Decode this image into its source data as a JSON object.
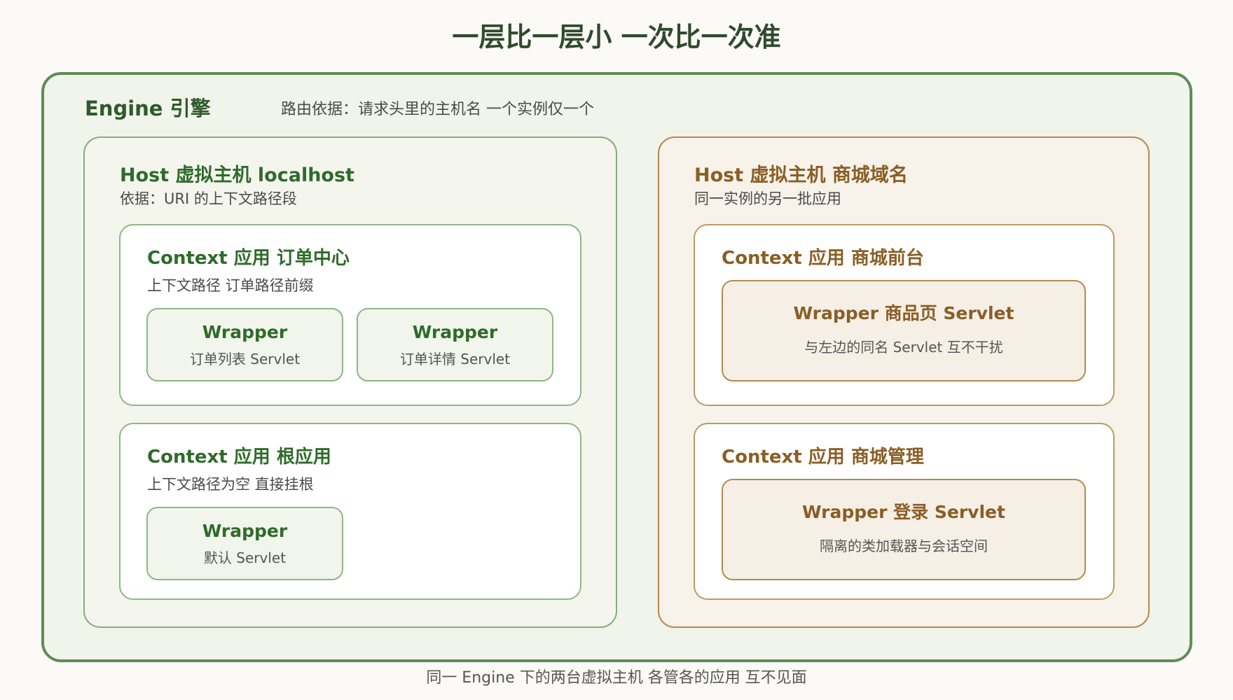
{
  "title": "一层比一层小 一次比一次准",
  "engine": {
    "label": "Engine 引擎",
    "note": "路由依据：请求头里的主机名 一个实例仅一个"
  },
  "host_a": {
    "label": "Host 虚拟主机 localhost",
    "note": "依据：URI 的上下文路径段",
    "contexts": [
      {
        "label": "Context 应用 订单中心",
        "note": "上下文路径 订单路径前缀",
        "wrappers": [
          {
            "label": "Wrapper",
            "note": "订单列表 Servlet"
          },
          {
            "label": "Wrapper",
            "note": "订单详情 Servlet"
          }
        ]
      },
      {
        "label": "Context 应用 根应用",
        "note": "上下文路径为空 直接挂根",
        "wrappers": [
          {
            "label": "Wrapper",
            "note": "默认 Servlet"
          }
        ]
      }
    ]
  },
  "host_b": {
    "label": "Host 虚拟主机 商城域名",
    "note": "同一实例的另一批应用",
    "contexts": [
      {
        "label": "Context 应用 商城前台",
        "wrappers": [
          {
            "label": "Wrapper 商品页 Servlet",
            "note": "与左边的同名 Servlet 互不干扰"
          }
        ]
      },
      {
        "label": "Context 应用 商城管理",
        "wrappers": [
          {
            "label": "Wrapper 登录 Servlet",
            "note": "隔离的类加载器与会话空间"
          }
        ]
      }
    ]
  },
  "footer": "同一 Engine 下的两台虚拟主机 各管各的应用 互不见面",
  "colors": {
    "green_accent": "#5f8c57",
    "brown_accent": "#b48a4f",
    "title_text": "#2f4a2d"
  }
}
